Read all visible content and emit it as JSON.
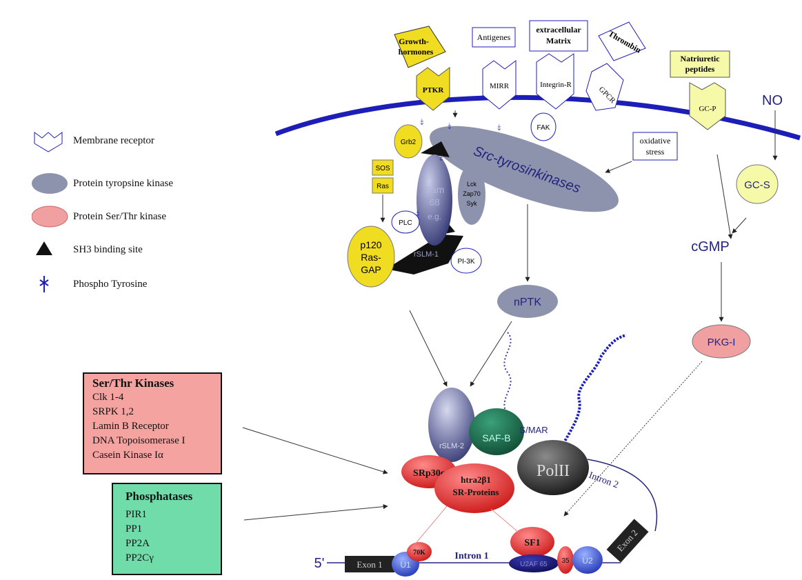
{
  "legend": {
    "membrane_receptor": "Membrane receptor",
    "protein_tyrosine_kinase": "Protein tyropsine kinase",
    "protein_ser_thr_kinase": "Protein Ser/Thr kinase",
    "sh3_binding_site": "SH3 binding site",
    "phospho_tyrosine": "Phospho Tyrosine"
  },
  "signals": {
    "growth_hormones_1": "Growth-",
    "growth_hormones_2": "hormones",
    "antigenes": "Antigenes",
    "ecm_1": "extracellular",
    "ecm_2": "Matrix",
    "thrombin": "Thrombin",
    "natriuretic_1": "Natriuretic",
    "natriuretic_2": "peptides",
    "no": "NO",
    "oxidative_1": "oxidative",
    "oxidative_2": "stress"
  },
  "receptors": {
    "ptkr": "PTKR",
    "mirr": "MIRR",
    "integrin": "Integrin-R",
    "gpcr": "GPCR",
    "gcp": "GC-P"
  },
  "proteins": {
    "grb2": "Grb2",
    "sos": "SOS",
    "ras": "Ras",
    "fak": "FAK",
    "src": "Src-tyrosinkinases",
    "sam68_1": "Sam",
    "sam68_2": "68",
    "sam68_3": "e.g.",
    "lck_1": "Lck",
    "lck_2": "Zap70",
    "lck_3": "Syk",
    "plc": "PLC",
    "p120_1": "p120",
    "p120_2": "Ras-",
    "p120_3": "GAP",
    "rslm1": "rSLM-1",
    "pi3k": "PI-3K",
    "gcs": "GC-S",
    "cgmp": "cGMP",
    "nptk": "nPTK",
    "pkg": "PKG-I",
    "rslm2": "rSLM-2",
    "safb": "SAF-B",
    "smar": "S/MAR",
    "srp30c": "SRp30c",
    "htra_1": "htra2β1",
    "htra_2": "SR-Proteins",
    "polii": "PolII",
    "intron2": "Intron 2",
    "sf1": "SF1",
    "u2af65": "U2AF 65",
    "u2af35": "35",
    "u2": "U2",
    "exon2": "Exon 2",
    "five_prime": "5'",
    "exon1": "Exon 1",
    "u1": "U1",
    "k70": "70K",
    "intron1": "Intron 1"
  },
  "ser_thr_box": {
    "title": "Ser/Thr Kinases",
    "items": [
      "Clk 1-4",
      "SRPK 1,2",
      "Lamin B Receptor",
      "DNA Topoisomerase I",
      "Casein Kinase Iα"
    ]
  },
  "phosphatase_box": {
    "title": "Phosphatases",
    "items": [
      "PIR1",
      "PP1",
      "PP2A",
      "PP2Cγ"
    ]
  },
  "colors": {
    "membrane": "#1d1db8",
    "ptk_gray": "#8e93ad",
    "ser_thr_red": "#f0a0a0",
    "yellow": "#f0dc20",
    "light_yellow": "#f6f9a8",
    "box_red": "#f5a3a0",
    "box_green": "#6fdcaa",
    "navy": "#23237e"
  }
}
